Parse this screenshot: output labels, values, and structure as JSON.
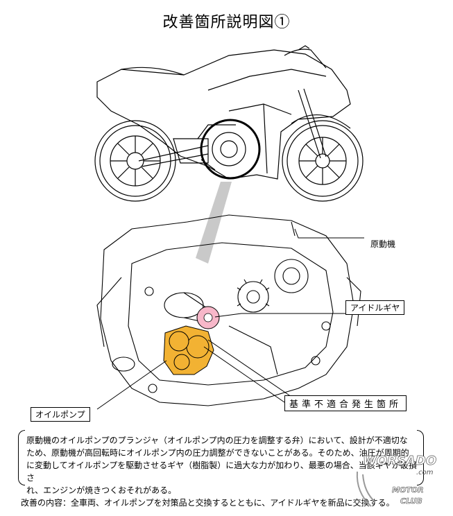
{
  "title": "改善箇所説明図①",
  "labels": {
    "engine": "原動機",
    "idle_gear": "アイドルギヤ",
    "defect_location": "基準不適合発生箇所",
    "oil_pump": "オイルポンプ"
  },
  "description_lines": [
    "原動機のオイルポンプのプランジャ（オイルポンプ内の圧力を調整する弁）において、設計が不適切な",
    "ため、原動機が高回転時にオイルポンプ内の圧力調整ができないことがある。そのため、油圧が周期的",
    "に変動してオイルポンプを駆動させるギヤ（樹脂製）に過大な力が加わり、最悪の場合、当該ギヤが破損さ",
    "れ、エンジンが焼きつくおそれがある。"
  ],
  "footer": "改善の内容：全車両、オイルポンプを対策品と交換するとともに、アイドルギヤを新品に交換する。",
  "watermark": {
    "line1": "WORSADO",
    "line2": ".com",
    "line3": "MOTOR",
    "line4": "CLUB"
  },
  "colors": {
    "oil_pump": "#f2b233",
    "idle_gear": "#f7b7c9",
    "callout_fill": "#b8b8b8"
  }
}
